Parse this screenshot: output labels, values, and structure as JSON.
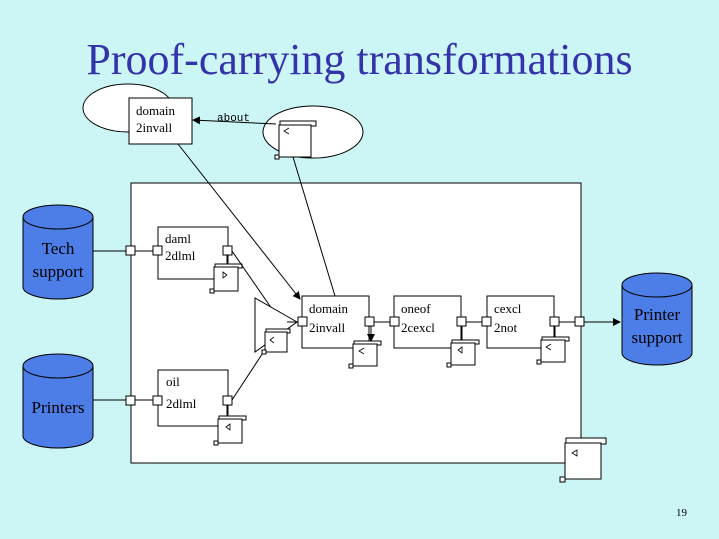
{
  "slide": {
    "title": "Proof-carrying transformations",
    "page_number": "19"
  },
  "databases": [
    {
      "id": "tech-support",
      "lines": [
        "Tech",
        "support"
      ]
    },
    {
      "id": "printers",
      "lines": [
        "Printers"
      ]
    },
    {
      "id": "printer-support",
      "lines": [
        "Printer",
        "support"
      ]
    }
  ],
  "modules": {
    "domain_top": [
      "domain",
      "2invall"
    ],
    "daml": [
      "daml",
      "2dlml"
    ],
    "oil": [
      "oil",
      "2dlml"
    ],
    "domain_mid": [
      "domain",
      "2invall"
    ],
    "oneof": [
      "oneof",
      "2cexcl"
    ],
    "cexcl": [
      "cexcl",
      "2not"
    ]
  },
  "edge_labels": {
    "about": "about"
  },
  "colors": {
    "background": "#ccf5f5",
    "title": "#3333aa",
    "database_fill": "#4d7de6",
    "stroke": "#000000"
  }
}
